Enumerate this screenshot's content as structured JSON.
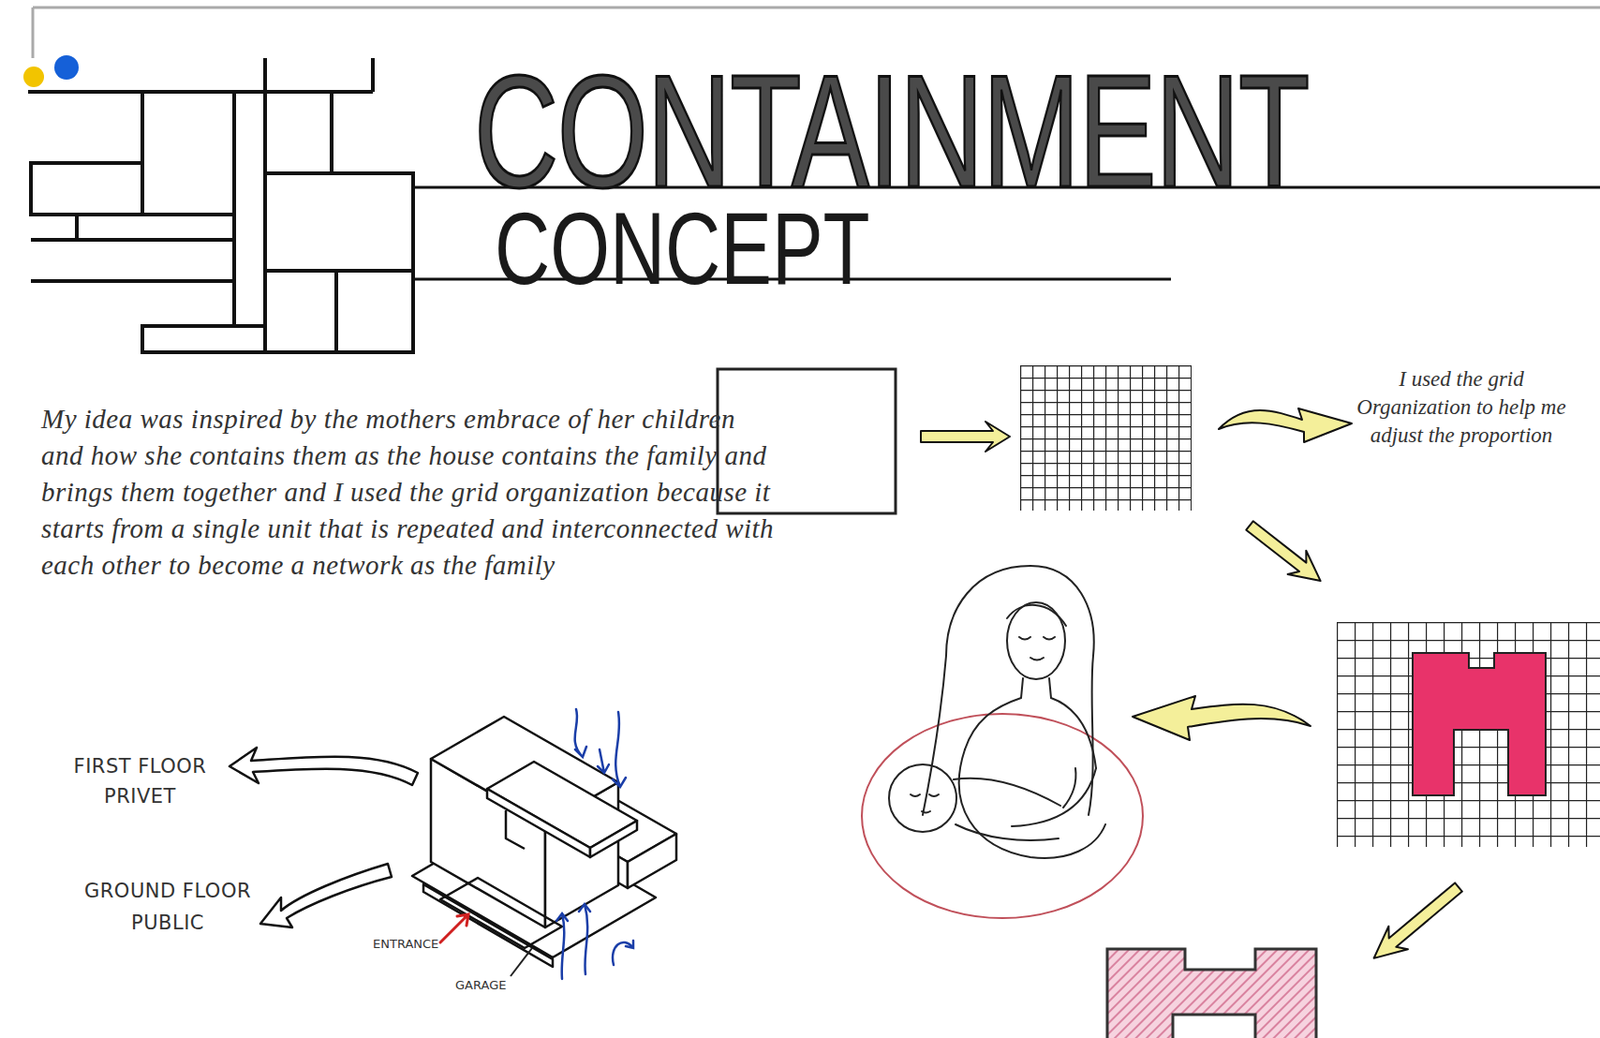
{
  "diagram": {
    "title": "CONTAINMENT",
    "labels": [
      "CONCEPT",
      "My idea was inspired by the mothers embrace of her children and how she contains them as the house contains the family and brings them together and I used the grid organization because it starts from a single unit that is repeated and interconnected with each other to become a network as the family",
      "I used the grid Organization to help me adjust the proportion",
      "FIRST FLOOR PRIVET",
      "GROUND FLOOR PUBLIC",
      "ENTRANCE",
      "GARAGE"
    ]
  }
}
